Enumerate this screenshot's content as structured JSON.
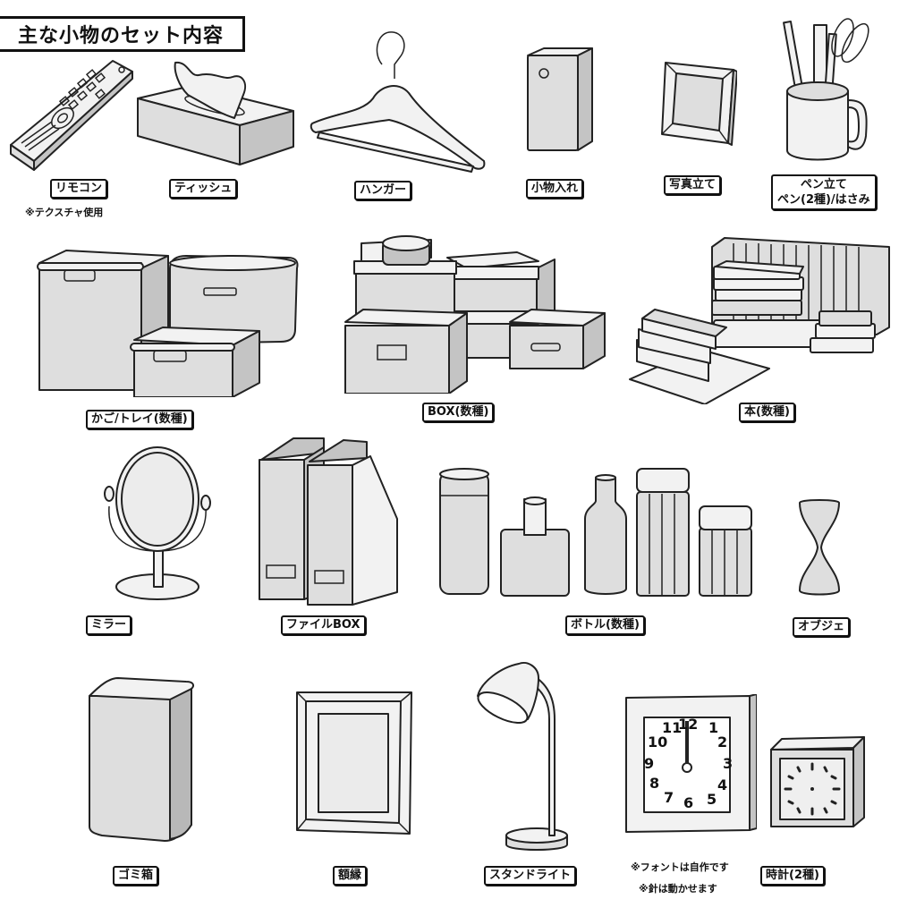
{
  "header": {
    "title": "主な小物のセット内容"
  },
  "items": [
    {
      "id": "remote",
      "label": "リモコン",
      "note": "※テクスチャ使用"
    },
    {
      "id": "tissue",
      "label": "ティッシュ"
    },
    {
      "id": "hanger",
      "label": "ハンガー"
    },
    {
      "id": "small-container",
      "label": "小物入れ"
    },
    {
      "id": "photo-stand",
      "label": "写真立て"
    },
    {
      "id": "pen-stand",
      "label_line1": "ペン立て",
      "label_line2": "ペン(2種)/はさみ"
    },
    {
      "id": "baskets",
      "label": "かご/トレイ(数種)"
    },
    {
      "id": "boxes",
      "label": "BOX(数種)"
    },
    {
      "id": "books",
      "label": "本(数種)"
    },
    {
      "id": "mirror",
      "label": "ミラー"
    },
    {
      "id": "file-box",
      "label": "ファイルBOX"
    },
    {
      "id": "bottles",
      "label": "ボトル(数種)"
    },
    {
      "id": "objet",
      "label": "オブジェ"
    },
    {
      "id": "trash-can",
      "label": "ゴミ箱"
    },
    {
      "id": "picture-frame",
      "label": "額縁"
    },
    {
      "id": "desk-lamp",
      "label": "スタンドライト"
    },
    {
      "id": "clocks",
      "label": "時計(2種)",
      "notes": [
        "※フォントは自作です",
        "※針は動かせます"
      ]
    }
  ],
  "clock": {
    "numerals": [
      "12",
      "1",
      "2",
      "3",
      "4",
      "5",
      "6",
      "7",
      "8",
      "9",
      "10",
      "11"
    ]
  }
}
